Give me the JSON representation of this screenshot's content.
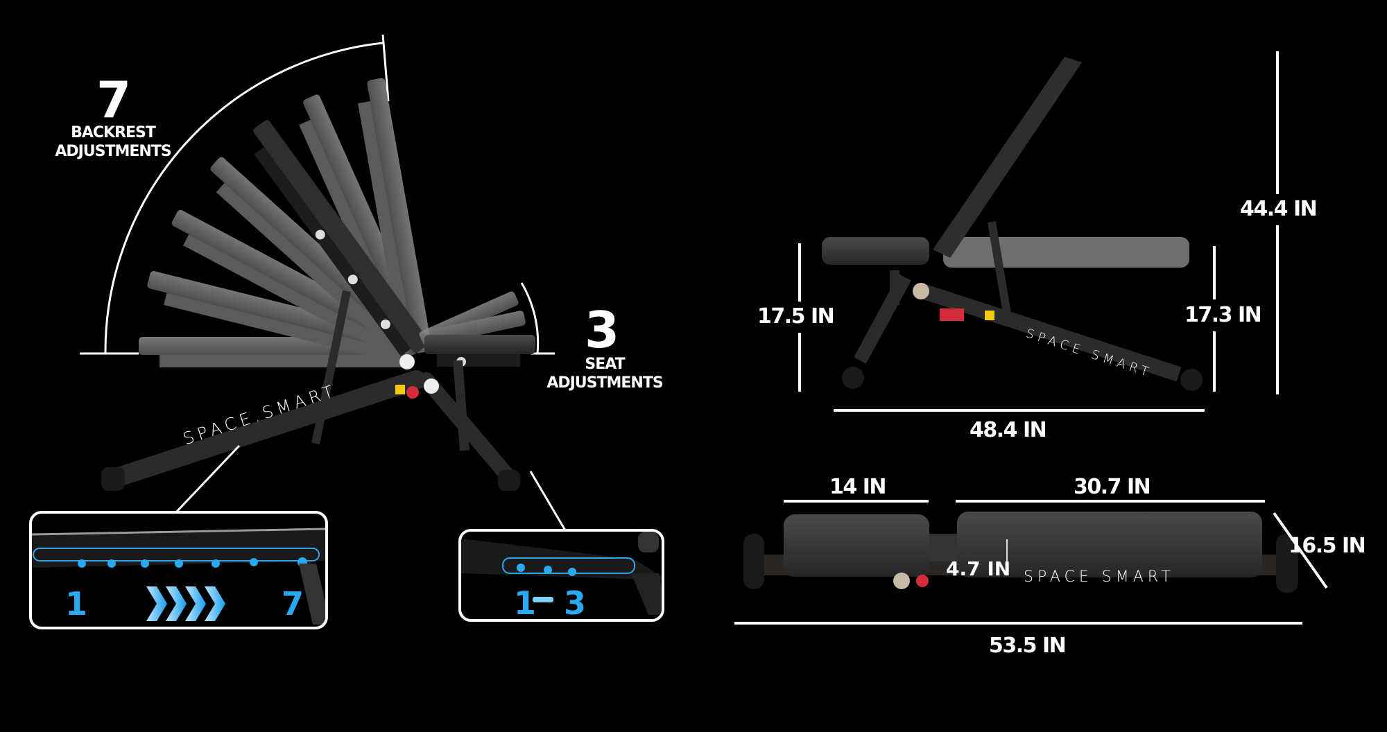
{
  "backrest": {
    "count": "7",
    "label_line1": "BACKREST",
    "label_line2": "ADJUSTMENTS"
  },
  "seat": {
    "count": "3",
    "label_line1": "SEAT",
    "label_line2": "ADJUSTMENTS"
  },
  "brand": {
    "logo_side_angled": "SPACE.SMART",
    "logo_side_flat": "SPACE SMART",
    "logo_top": "SPACE SMART"
  },
  "insets": {
    "backrest_range": {
      "start": "1",
      "end": "7",
      "holes": 7,
      "arrow_icon": "chevron-arrows"
    },
    "seat_range": {
      "start": "1",
      "connector": "to",
      "end": "3",
      "holes": 3
    }
  },
  "dimensions": {
    "total_height": "44.4 IN",
    "seat_height": "17.5 IN",
    "back_pad_height": "17.3 IN",
    "side_length": "48.4 IN",
    "seat_pad_length": "14 IN",
    "back_pad_length": "30.7 IN",
    "pad_width": "16.5 IN",
    "pad_thickness": "4.7 IN",
    "overall_length": "53.5 IN"
  },
  "colors": {
    "background": "#000000",
    "text": "#ffffff",
    "accent_blue": "#2aa8f0",
    "frame": "#2b2b2b",
    "pad": "#3a3a3a",
    "pad_ghost": "#7d7d7d",
    "lever_red": "#d42c3a",
    "warning_yellow": "#f2c811"
  }
}
